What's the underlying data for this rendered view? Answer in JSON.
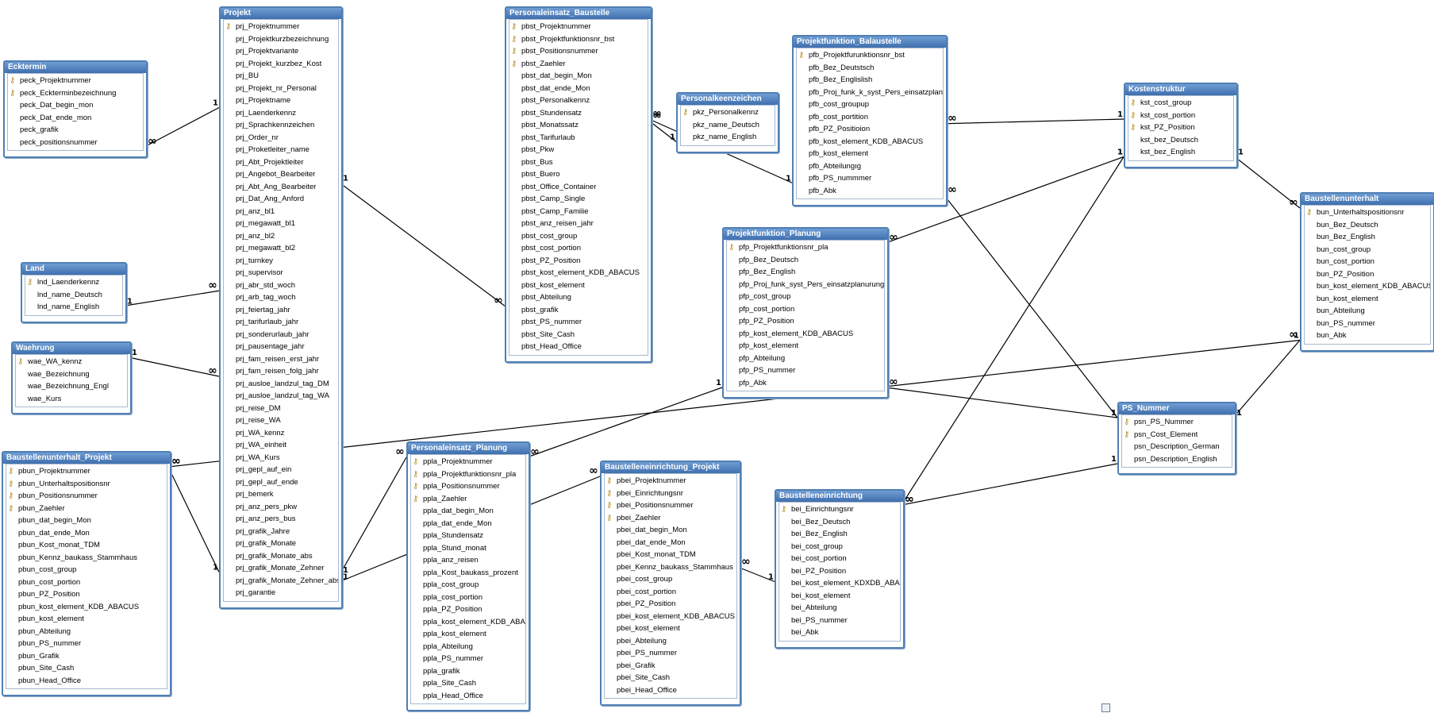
{
  "tables": [
    {
      "id": "ecktermin",
      "title": "Ecktermin",
      "fields": [
        {
          "name": "peck_Projektnummer",
          "pk": true
        },
        {
          "name": "peck_Eckterminbezeichnung",
          "pk": true
        },
        {
          "name": "peck_Dat_begin_mon"
        },
        {
          "name": "peck_Dat_ende_mon"
        },
        {
          "name": "peck_grafik"
        },
        {
          "name": "peck_positionsnummer"
        }
      ]
    },
    {
      "id": "land",
      "title": "Land",
      "fields": [
        {
          "name": "lnd_Laenderkennz",
          "pk": true
        },
        {
          "name": "lnd_name_Deutsch"
        },
        {
          "name": "lnd_name_English"
        }
      ]
    },
    {
      "id": "waehrung",
      "title": "Waehrung",
      "fields": [
        {
          "name": "wae_WA_kennz",
          "pk": true
        },
        {
          "name": "wae_Bezeichnung"
        },
        {
          "name": "wae_Bezeichnung_Engl"
        },
        {
          "name": "wae_Kurs"
        }
      ]
    },
    {
      "id": "bup",
      "title": "Baustellenunterhalt_Projekt",
      "fields": [
        {
          "name": "pbun_Projektnummer",
          "pk": true
        },
        {
          "name": "pbun_Unterhaltspositionsnr",
          "pk": true
        },
        {
          "name": "pbun_Positionsnummer",
          "pk": true
        },
        {
          "name": "pbun_Zaehler",
          "pk": true
        },
        {
          "name": "pbun_dat_begin_Mon"
        },
        {
          "name": "pbun_dat_ende_Mon"
        },
        {
          "name": "pbun_Kost_monat_TDM"
        },
        {
          "name": "pbun_Kennz_baukass_Stammhaus"
        },
        {
          "name": "pbun_cost_group"
        },
        {
          "name": "pbun_cost_portion"
        },
        {
          "name": "pbun_PZ_Position"
        },
        {
          "name": "pbun_kost_element_KDB_ABACUS"
        },
        {
          "name": "pbun_kost_element"
        },
        {
          "name": "pbun_Abteilung"
        },
        {
          "name": "pbun_PS_nummer"
        },
        {
          "name": "pbun_Grafik"
        },
        {
          "name": "pbun_Site_Cash"
        },
        {
          "name": "pbun_Head_Office"
        }
      ]
    },
    {
      "id": "projekt",
      "title": "Projekt",
      "fields": [
        {
          "name": "prj_Projektnummer",
          "pk": true
        },
        {
          "name": "prj_Projektkurzbezeichnung"
        },
        {
          "name": "prj_Projektvariante"
        },
        {
          "name": "prj_Projekt_kurzbez_Kost"
        },
        {
          "name": "prj_BU"
        },
        {
          "name": "prj_Projekt_nr_Personal"
        },
        {
          "name": "prj_Projektname"
        },
        {
          "name": "prj_Laenderkennz"
        },
        {
          "name": "prj_Sprachkennzeichen"
        },
        {
          "name": "prj_Order_nr"
        },
        {
          "name": "prj_Proketleiter_name"
        },
        {
          "name": "prj_Abt_Projektleiter"
        },
        {
          "name": "prj_Angebot_Bearbeiter"
        },
        {
          "name": "prj_Abt_Ang_Bearbeiter"
        },
        {
          "name": "prj_Dat_Ang_Anford"
        },
        {
          "name": "prj_anz_bl1"
        },
        {
          "name": "prj_megawatt_bl1"
        },
        {
          "name": "prj_anz_bl2"
        },
        {
          "name": "prj_megawatt_bl2"
        },
        {
          "name": "prj_turnkey"
        },
        {
          "name": "prj_supervisor"
        },
        {
          "name": "prj_abr_std_woch"
        },
        {
          "name": "prj_arb_tag_woch"
        },
        {
          "name": "prj_feiertag_jahr"
        },
        {
          "name": "prj_tarifurlaub_jahr"
        },
        {
          "name": "prj_sonderurlaub_jahr"
        },
        {
          "name": "prj_pausentage_jahr"
        },
        {
          "name": "prj_fam_reisen_erst_jahr"
        },
        {
          "name": "prj_fam_reisen_folg_jahr"
        },
        {
          "name": "prj_ausloe_landzul_tag_DM"
        },
        {
          "name": "prj_ausloe_landzul_tag_WA"
        },
        {
          "name": "prj_reise_DM"
        },
        {
          "name": "prj_reise_WA"
        },
        {
          "name": "prj_WA_kennz"
        },
        {
          "name": "prj_WA_einheit"
        },
        {
          "name": "prj_WA_Kurs"
        },
        {
          "name": "prj_gepl_auf_ein"
        },
        {
          "name": "prj_gepl_auf_ende"
        },
        {
          "name": "prj_bemerk"
        },
        {
          "name": "prj_anz_pers_pkw"
        },
        {
          "name": "prj_anz_pers_bus"
        },
        {
          "name": "prj_grafik_Jahre"
        },
        {
          "name": "prj_grafik_Monate"
        },
        {
          "name": "prj_grafik_Monate_abs"
        },
        {
          "name": "prj_grafik_Monate_Zehner"
        },
        {
          "name": "prj_grafik_Monate_Zehner_abs"
        },
        {
          "name": "prj_garantie"
        }
      ]
    },
    {
      "id": "peb",
      "title": "Personaleinsatz_Baustelle",
      "fields": [
        {
          "name": "pbst_Projektnummer",
          "pk": true
        },
        {
          "name": "pbst_Projektfunktionsnr_bst",
          "pk": true
        },
        {
          "name": "pbst_Positionsnummer",
          "pk": true
        },
        {
          "name": "pbst_Zaehler",
          "pk": true
        },
        {
          "name": "pbst_dat_begin_Mon"
        },
        {
          "name": "pbst_dat_ende_Mon"
        },
        {
          "name": "pbst_Personalkennz"
        },
        {
          "name": "pbst_Stundensatz"
        },
        {
          "name": "pbst_Monatssatz"
        },
        {
          "name": "pbst_Tarifurlaub"
        },
        {
          "name": "pbst_Pkw"
        },
        {
          "name": "pbst_Bus"
        },
        {
          "name": "pbst_Buero"
        },
        {
          "name": "pbst_Office_Container"
        },
        {
          "name": "pbst_Camp_Single"
        },
        {
          "name": "pbst_Camp_Familie"
        },
        {
          "name": "pbst_anz_reisen_jahr"
        },
        {
          "name": "pbst_cost_group"
        },
        {
          "name": "pbst_cost_portion"
        },
        {
          "name": "pbst_PZ_Position"
        },
        {
          "name": "pbst_kost_element_KDB_ABACUS"
        },
        {
          "name": "pbst_kost_element"
        },
        {
          "name": "pbst_Abteilung"
        },
        {
          "name": "pbst_grafik"
        },
        {
          "name": "pbst_PS_nummer"
        },
        {
          "name": "pbst_Site_Cash"
        },
        {
          "name": "pbst_Head_Office"
        }
      ]
    },
    {
      "id": "pkz",
      "title": "Personalkeenzeichen",
      "fields": [
        {
          "name": "pkz_Personalkennz",
          "pk": true
        },
        {
          "name": "pkz_name_Deutsch"
        },
        {
          "name": "pkz_name_English"
        }
      ]
    },
    {
      "id": "pfb",
      "title": "Projektfunktion_Balaustelle",
      "fields": [
        {
          "name": "pfb_Projektfurunktionsnr_bst",
          "pk": true
        },
        {
          "name": "pfb_Bez_Deutstsch"
        },
        {
          "name": "pfb_Bez_Englislish"
        },
        {
          "name": "pfb_Proj_funk_k_syst_Pers_einsatzplanung"
        },
        {
          "name": "pfb_cost_groupup"
        },
        {
          "name": "pfb_cost_portition"
        },
        {
          "name": "pfb_PZ_Positioion"
        },
        {
          "name": "pfb_kost_element_KDB_ABACUS"
        },
        {
          "name": "pfb_kost_element"
        },
        {
          "name": "pfb_Abteilungıg"
        },
        {
          "name": "pfb_PS_nummmer"
        },
        {
          "name": "pfb_Abk"
        }
      ]
    },
    {
      "id": "pfp",
      "title": "Projektfunktion_Planung",
      "fields": [
        {
          "name": "pfp_Projektfunktionsnr_pla",
          "pk": true
        },
        {
          "name": "pfp_Bez_Deutsch"
        },
        {
          "name": "pfp_Bez_English"
        },
        {
          "name": "pfp_Proj_funk_syst_Pers_einsatzplanurung"
        },
        {
          "name": "pfp_cost_group"
        },
        {
          "name": "pfp_cost_portion"
        },
        {
          "name": "pfp_PZ_Position"
        },
        {
          "name": "pfp_kost_element_KDB_ABACUS"
        },
        {
          "name": "pfp_kost_element"
        },
        {
          "name": "pfp_Abteilung"
        },
        {
          "name": "pfp_PS_nummer"
        },
        {
          "name": "pfp_Abk"
        }
      ]
    },
    {
      "id": "kst",
      "title": "Kostenstruktur",
      "fields": [
        {
          "name": "kst_cost_group",
          "pk": true
        },
        {
          "name": "kst_cost_portion",
          "pk": true
        },
        {
          "name": "kst_PZ_Position",
          "pk": true
        },
        {
          "name": "kst_bez_Deutsch"
        },
        {
          "name": "kst_bez_English"
        }
      ]
    },
    {
      "id": "bun",
      "title": "Baustellenunterhalt",
      "fields": [
        {
          "name": "bun_Unterhaltspositionsnr",
          "pk": true
        },
        {
          "name": "bun_Bez_Deutsch"
        },
        {
          "name": "bun_Bez_English"
        },
        {
          "name": "bun_cost_group"
        },
        {
          "name": "bun_cost_portion"
        },
        {
          "name": "bun_PZ_Position"
        },
        {
          "name": "bun_kost_element_KDB_ABACUS"
        },
        {
          "name": "bun_kost_element"
        },
        {
          "name": "bun_Abteilung"
        },
        {
          "name": "bun_PS_nummer"
        },
        {
          "name": "bun_Abk"
        }
      ]
    },
    {
      "id": "psn",
      "title": "PS_Nummer",
      "fields": [
        {
          "name": "psn_PS_Nummer",
          "pk": true
        },
        {
          "name": "psn_Cost_Element",
          "pk": true
        },
        {
          "name": "psn_Description_German"
        },
        {
          "name": "psn_Description_English"
        }
      ]
    },
    {
      "id": "pep",
      "title": "Personaleinsatz_Planung",
      "fields": [
        {
          "name": "ppla_Projektnummer",
          "pk": true
        },
        {
          "name": "ppla_Projektfunktionsnr_pla",
          "pk": true
        },
        {
          "name": "ppla_Positionsnummer",
          "pk": true
        },
        {
          "name": "ppla_Zaehler",
          "pk": true
        },
        {
          "name": "ppla_dat_begin_Mon"
        },
        {
          "name": "ppla_dat_ende_Mon"
        },
        {
          "name": "ppla_Stundensatz"
        },
        {
          "name": "ppla_Stund_monat"
        },
        {
          "name": "ppla_anz_reisen"
        },
        {
          "name": "ppla_Kost_baukass_prozent"
        },
        {
          "name": "ppla_cost_group"
        },
        {
          "name": "ppla_cost_portion"
        },
        {
          "name": "ppla_PZ_Position"
        },
        {
          "name": "ppla_kost_element_KDB_ABACU"
        },
        {
          "name": "ppla_kost_element"
        },
        {
          "name": "ppla_Abteilung"
        },
        {
          "name": "ppla_PS_nummer"
        },
        {
          "name": "ppla_grafik"
        },
        {
          "name": "ppla_Site_Cash"
        },
        {
          "name": "ppla_Head_Office"
        }
      ]
    },
    {
      "id": "bep",
      "title": "Baustelleneinrichtung_Projekt",
      "fields": [
        {
          "name": "pbei_Projektnummer",
          "pk": true
        },
        {
          "name": "pbei_Einrichtungsnr",
          "pk": true
        },
        {
          "name": "pbei_Positionsnummer",
          "pk": true
        },
        {
          "name": "pbei_Zaehler",
          "pk": true
        },
        {
          "name": "pbei_dat_begin_Mon"
        },
        {
          "name": "pbei_dat_ende_Mon"
        },
        {
          "name": "pbei_Kost_monat_TDM"
        },
        {
          "name": "pbei_Kennz_baukass_Stammhaus"
        },
        {
          "name": "pbei_cost_group"
        },
        {
          "name": "pbei_cost_portion"
        },
        {
          "name": "pbei_PZ_Position"
        },
        {
          "name": "pbei_kost_element_KDB_ABACUS"
        },
        {
          "name": "pbei_kost_element"
        },
        {
          "name": "pbei_Abteilung"
        },
        {
          "name": "pbei_PS_nummer"
        },
        {
          "name": "pbei_Grafik"
        },
        {
          "name": "pbei_Site_Cash"
        },
        {
          "name": "pbei_Head_Office"
        }
      ]
    },
    {
      "id": "bei",
      "title": "Baustelleneinrichtung",
      "fields": [
        {
          "name": "bei_Einrichtungsnr",
          "pk": true
        },
        {
          "name": "bei_Bez_Deutsch"
        },
        {
          "name": "bei_Bez_English"
        },
        {
          "name": "bei_cost_group"
        },
        {
          "name": "bei_cost_portion"
        },
        {
          "name": "bei_PZ_Position"
        },
        {
          "name": "bei_kost_element_KDXDB_ABACUS"
        },
        {
          "name": "bei_kost_element"
        },
        {
          "name": "bei_Abteilung"
        },
        {
          "name": "bei_PS_nummer"
        },
        {
          "name": "bei_Abk"
        }
      ]
    }
  ],
  "relationships": [
    {
      "from": "ecktermin",
      "to": "projekt",
      "from_card": "∞",
      "to_card": "1"
    },
    {
      "from": "land",
      "to": "projekt",
      "from_card": "1",
      "to_card": "∞"
    },
    {
      "from": "waehrung",
      "to": "projekt",
      "from_card": "1",
      "to_card": "∞"
    },
    {
      "from": "bup",
      "to": "projekt",
      "from_card": "∞",
      "to_card": "1"
    },
    {
      "from": "bup",
      "to": "bun",
      "from_card": "∞",
      "to_card": "1"
    },
    {
      "from": "projekt",
      "to": "peb",
      "from_card": "1",
      "to_card": "∞"
    },
    {
      "from": "projekt",
      "to": "pep",
      "from_card": "1",
      "to_card": "∞"
    },
    {
      "from": "projekt",
      "to": "bep",
      "from_card": "1",
      "to_card": "∞"
    },
    {
      "from": "peb",
      "to": "pfb",
      "from_card": "∞",
      "to_card": "1"
    },
    {
      "from": "peb",
      "to": "pkz",
      "from_card": "∞",
      "to_card": "1"
    },
    {
      "from": "pep",
      "to": "pfp",
      "from_card": "∞",
      "to_card": "1"
    },
    {
      "from": "bep",
      "to": "bei",
      "from_card": "∞",
      "to_card": "1"
    },
    {
      "from": "pfb",
      "to": "kst",
      "from_card": "∞",
      "to_card": "1"
    },
    {
      "from": "pfp",
      "to": "kst",
      "from_card": "∞",
      "to_card": "1"
    },
    {
      "from": "bei",
      "to": "kst",
      "from_card": "∞",
      "to_card": "1"
    },
    {
      "from": "bun",
      "to": "kst",
      "from_card": "∞",
      "to_card": "1"
    },
    {
      "from": "pfb",
      "to": "psn",
      "from_card": "∞",
      "to_card": "1"
    },
    {
      "from": "pfp",
      "to": "psn",
      "from_card": "∞",
      "to_card": "1"
    },
    {
      "from": "bei",
      "to": "psn",
      "from_card": "∞",
      "to_card": "1"
    },
    {
      "from": "bun",
      "to": "psn",
      "from_card": "∞",
      "to_card": "1"
    }
  ]
}
